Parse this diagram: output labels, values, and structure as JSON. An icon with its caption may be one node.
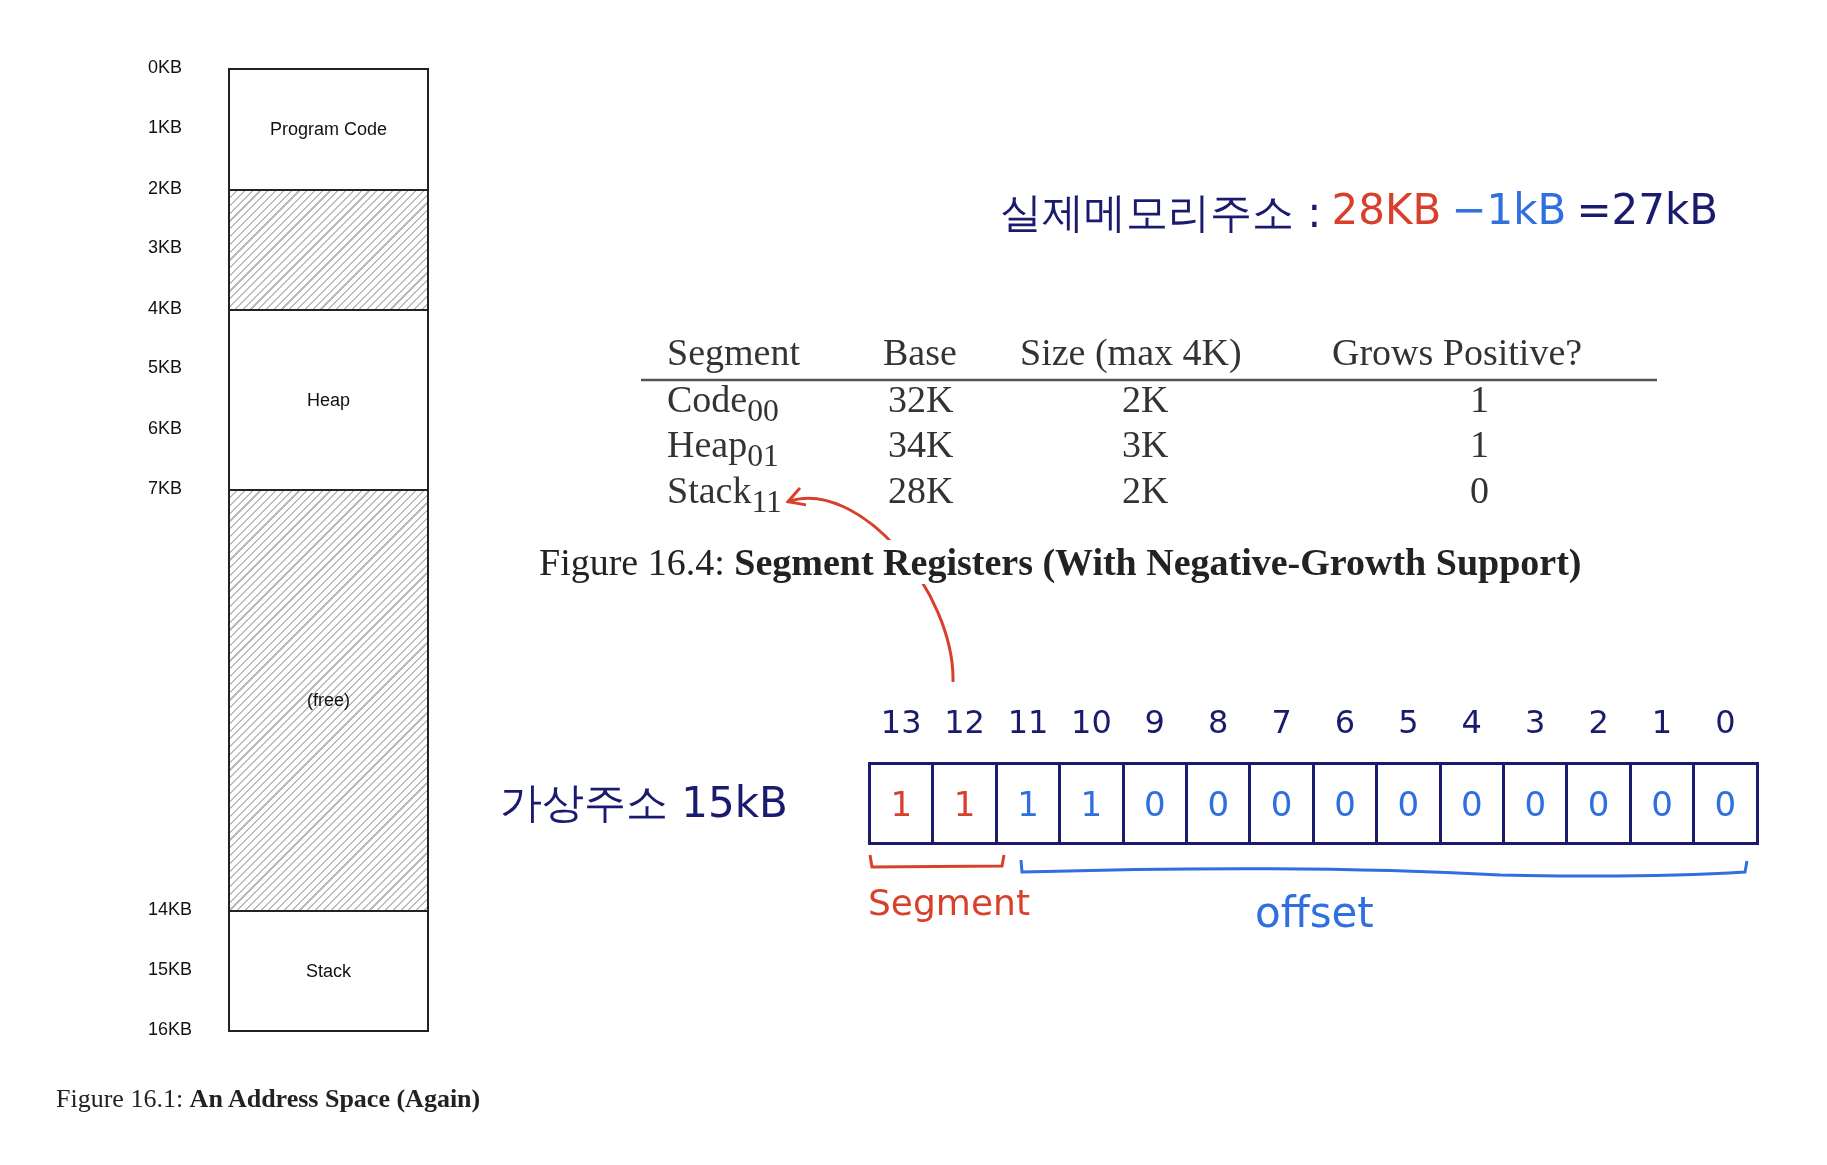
{
  "diagram": {
    "nodes": [
      {
        "text": [
          "Program Code"
        ]
      },
      {
        "text": [],
        "shape": "box"
      },
      {
        "text": [
          "Heap"
        ]
      },
      {
        "text": [
          "(free)"
        ]
      },
      {
        "text": [
          "Stack"
        ]
      },
      {
        "text": [
          "Stack$_{11}$"
        ]
      },
      {
        "text": [
          "1"
        ],
        "beside": [
          "13"
        ]
      },
      {
        "text": [
          "1"
        ],
        "beside": [
          "12"
        ]
      },
      {
        "text": [
          "1"
        ],
        "beside": [
          "11"
        ]
      },
      {
        "text": [
          "1"
        ],
        "beside": [
          "10"
        ]
      },
      {
        "text": [
          "0"
        ],
        "beside": [
          "9"
        ]
      },
      {
        "text": [
          "0"
        ],
        "beside": [
          "8"
        ]
      },
      {
        "text": [
          "0"
        ],
        "beside": [
          "7"
        ]
      },
      {
        "text": [
          "0"
        ],
        "beside": [
          "6"
        ]
      },
      {
        "text": [
          "0"
        ],
        "beside": [
          "5"
        ]
      },
      {
        "text": [
          "0"
        ],
        "beside": [
          "4"
        ]
      },
      {
        "text": [
          "0"
        ],
        "beside": [
          "3"
        ]
      },
      {
        "text": [
          "0"
        ],
        "beside": [
          "2"
        ]
      },
      {
        "text": [
          "0"
        ],
        "beside": [
          "1"
        ]
      },
      {
        "text": [
          "0"
        ],
        "beside": [
          "0"
        ]
      }
    ],
    "edges": [
      {
        "from": null,
        "to": 5,
        "arrow": "to",
        "color": "#d9402b"
      }
    ],
    "labels": [
      "0KB",
      "1KB",
      "2KB",
      "3KB",
      "4KB",
      "5KB",
      "6KB",
      "7KB",
      "14KB",
      "15KB",
      "16KB",
      "실제메모리주소 :",
      "28KB",
      "−1kB",
      "=27kB",
      "Segment",
      "Base",
      "Size (max 4K)",
      "Grows Positive?",
      "Code$_{00}$",
      "32K",
      "2K",
      "1",
      "Heap$_{01}$",
      "34K",
      "3K",
      "1",
      "28K",
      "2K",
      "0",
      "Figure 16.4: **Segment Registers (With Negative-Growth Support)**",
      "가상주소 15kB",
      "Segment",
      "offset",
      "Figure 16.1: **An Address Space (Again)**"
    ]
  }
}
